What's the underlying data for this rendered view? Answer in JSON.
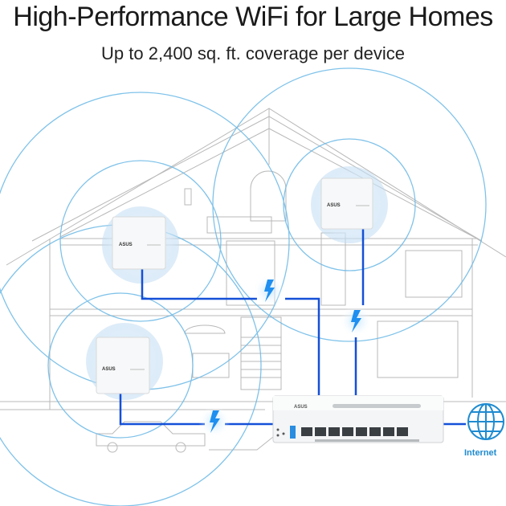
{
  "header": {
    "title": "High-Performance WiFi for Large Homes",
    "subtitle": "Up to 2,400 sq. ft. coverage per device"
  },
  "illustration": {
    "scene": "house-cross-section",
    "access_points": [
      {
        "id": "ap-upper-left",
        "brand": "ASUS"
      },
      {
        "id": "ap-upper-right",
        "brand": "ASUS"
      },
      {
        "id": "ap-lower-left",
        "brand": "ASUS"
      }
    ],
    "switch": {
      "brand": "ASUS",
      "ports": 8
    },
    "power_icons": [
      "lightning-bolt",
      "lightning-bolt",
      "lightning-bolt"
    ],
    "internet_label": "Internet"
  },
  "colors": {
    "cable": "#1450d8",
    "wave": "#6ab8e6",
    "sketch": "#b9b9b9",
    "internet": "#1f8bd0"
  }
}
